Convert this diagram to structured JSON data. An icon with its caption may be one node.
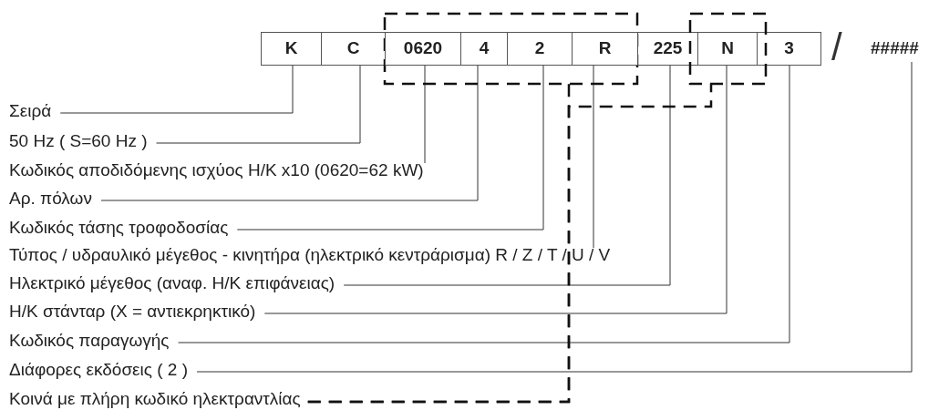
{
  "diagram": {
    "nodes": [
      {
        "text": [
          "K"
        ]
      },
      {
        "text": [
          "C"
        ]
      },
      {
        "text": [
          "0620"
        ],
        "in": 10
      },
      {
        "text": [
          "4"
        ],
        "in": 10
      },
      {
        "text": [
          "2"
        ],
        "in": 10
      },
      {
        "text": [
          "R"
        ],
        "in": 10
      },
      {
        "text": [
          "225"
        ]
      },
      {
        "text": [
          "N"
        ],
        "in": 11
      },
      {
        "text": [
          "3"
        ]
      },
      {
        "text": [
          "#####"
        ]
      },
      {
        "text": [],
        "shape": "box"
      },
      {
        "text": [],
        "shape": "box"
      },
      {
        "text": [
          "Σειρά"
        ]
      },
      {
        "text": [
          "50 Hz ( S=60 Hz )"
        ]
      },
      {
        "text": [
          "Κωδικός αποδιδόμενης ισχύος Η/Κ x10 (0620=62 kW)"
        ]
      },
      {
        "text": [
          "Αρ. πόλων"
        ]
      },
      {
        "text": [
          "Κωδικός τάσης τροφοδοσίας"
        ]
      },
      {
        "text": [
          "Τύπος / υδραυλικό μέγεθος - κινητήρα (ηλεκτρικό κεντράρισμα) R / Z / T / U / V"
        ]
      },
      {
        "text": [
          "Ηλεκτρικό μέγεθος (αναφ. Η/Κ επιφάνειας)"
        ]
      },
      {
        "text": [
          "Η/Κ στάνταρ (X = αντιεκρηκτικό)"
        ]
      },
      {
        "text": [
          "Κωδικός παραγωγής"
        ]
      },
      {
        "text": [
          "Διάφορες εκδόσεις ( 2 )"
        ]
      },
      {
        "text": [
          "Κοινά με πλήρη κωδικό ηλεκτραντλίας"
        ]
      }
    ],
    "edges": [
      {
        "from": 12,
        "to": 0,
        "arrow": "none"
      },
      {
        "from": 13,
        "to": 1,
        "arrow": "none"
      },
      {
        "from": 14,
        "to": 2,
        "arrow": "none"
      },
      {
        "from": 15,
        "to": 3,
        "arrow": "none"
      },
      {
        "from": 16,
        "to": 4,
        "arrow": "none"
      },
      {
        "from": 17,
        "to": 5,
        "arrow": "none"
      },
      {
        "from": 18,
        "to": 6,
        "arrow": "none"
      },
      {
        "from": 19,
        "to": 7,
        "arrow": "none"
      },
      {
        "from": 20,
        "to": 8,
        "arrow": "none"
      },
      {
        "from": 21,
        "to": 9,
        "arrow": "none"
      },
      {
        "from": 22,
        "to": 10,
        "arrow": "none",
        "style": "dashed"
      },
      {
        "from": 22,
        "to": 11,
        "arrow": "none",
        "style": "dashed"
      }
    ],
    "labels": [
      "/"
    ]
  }
}
